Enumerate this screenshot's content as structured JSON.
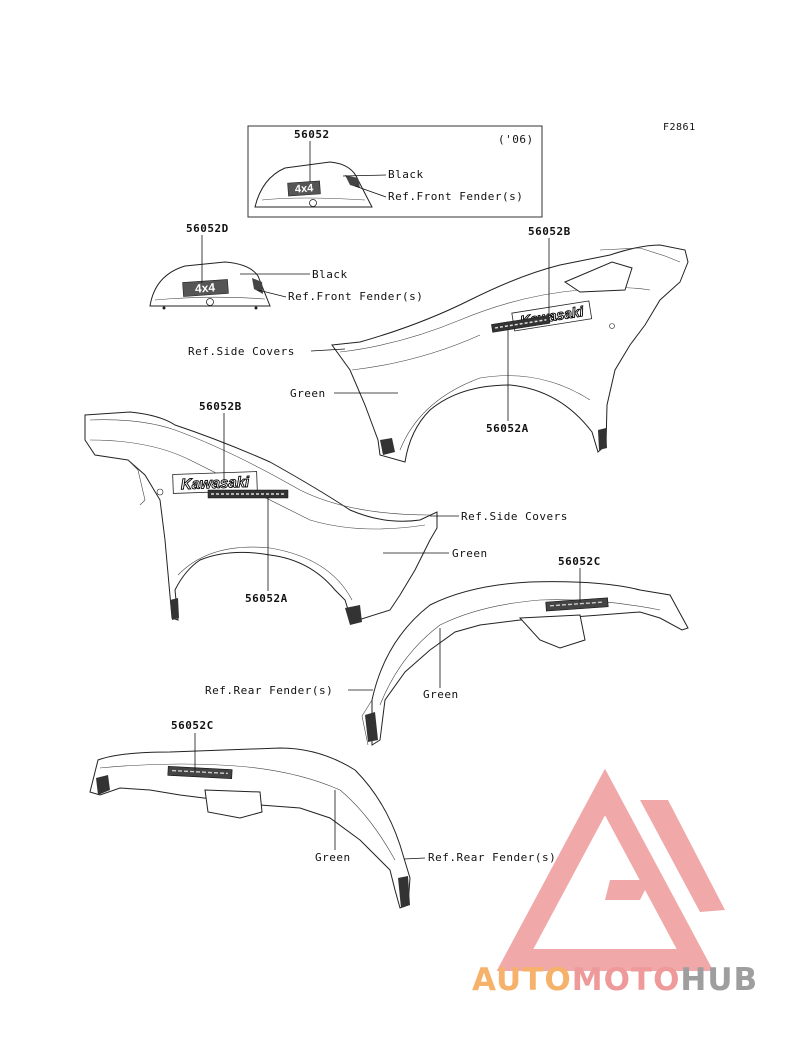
{
  "diagram": {
    "figure_code": "F2861",
    "year_note": "('06)",
    "labels": {
      "p56052": "56052",
      "p56052D": "56052D",
      "p56052B_right": "56052B",
      "p56052B_left": "56052B",
      "p56052A_right": "56052A",
      "p56052A_left": "56052A",
      "p56052C_right": "56052C",
      "p56052C_left": "56052C",
      "black_1": "Black",
      "black_2": "Black",
      "ref_front_fender_1": "Ref.Front Fender(s)",
      "ref_front_fender_2": "Ref.Front Fender(s)",
      "ref_side_covers_1": "Ref.Side Covers",
      "ref_side_covers_2": "Ref.Side Covers",
      "green_1": "Green",
      "green_2": "Green",
      "green_3": "Green",
      "green_4": "Green",
      "ref_rear_fender_1": "Ref.Rear Fender(s)",
      "ref_rear_fender_2": "Ref.Rear Fender(s)"
    },
    "decal_text": {
      "kawasaki_1": "Kawasaki",
      "kawasaki_2": "Kawasaki",
      "badge_4x4_1": "4x4",
      "badge_4x4_2": "4x4"
    }
  },
  "watermark": {
    "part1": "AUTO",
    "part2": "MOTO",
    "part3": "HUB",
    "colors": {
      "orange": "#f6b26b",
      "red": "#ef9a9a",
      "gray": "#9e9e9e"
    }
  }
}
